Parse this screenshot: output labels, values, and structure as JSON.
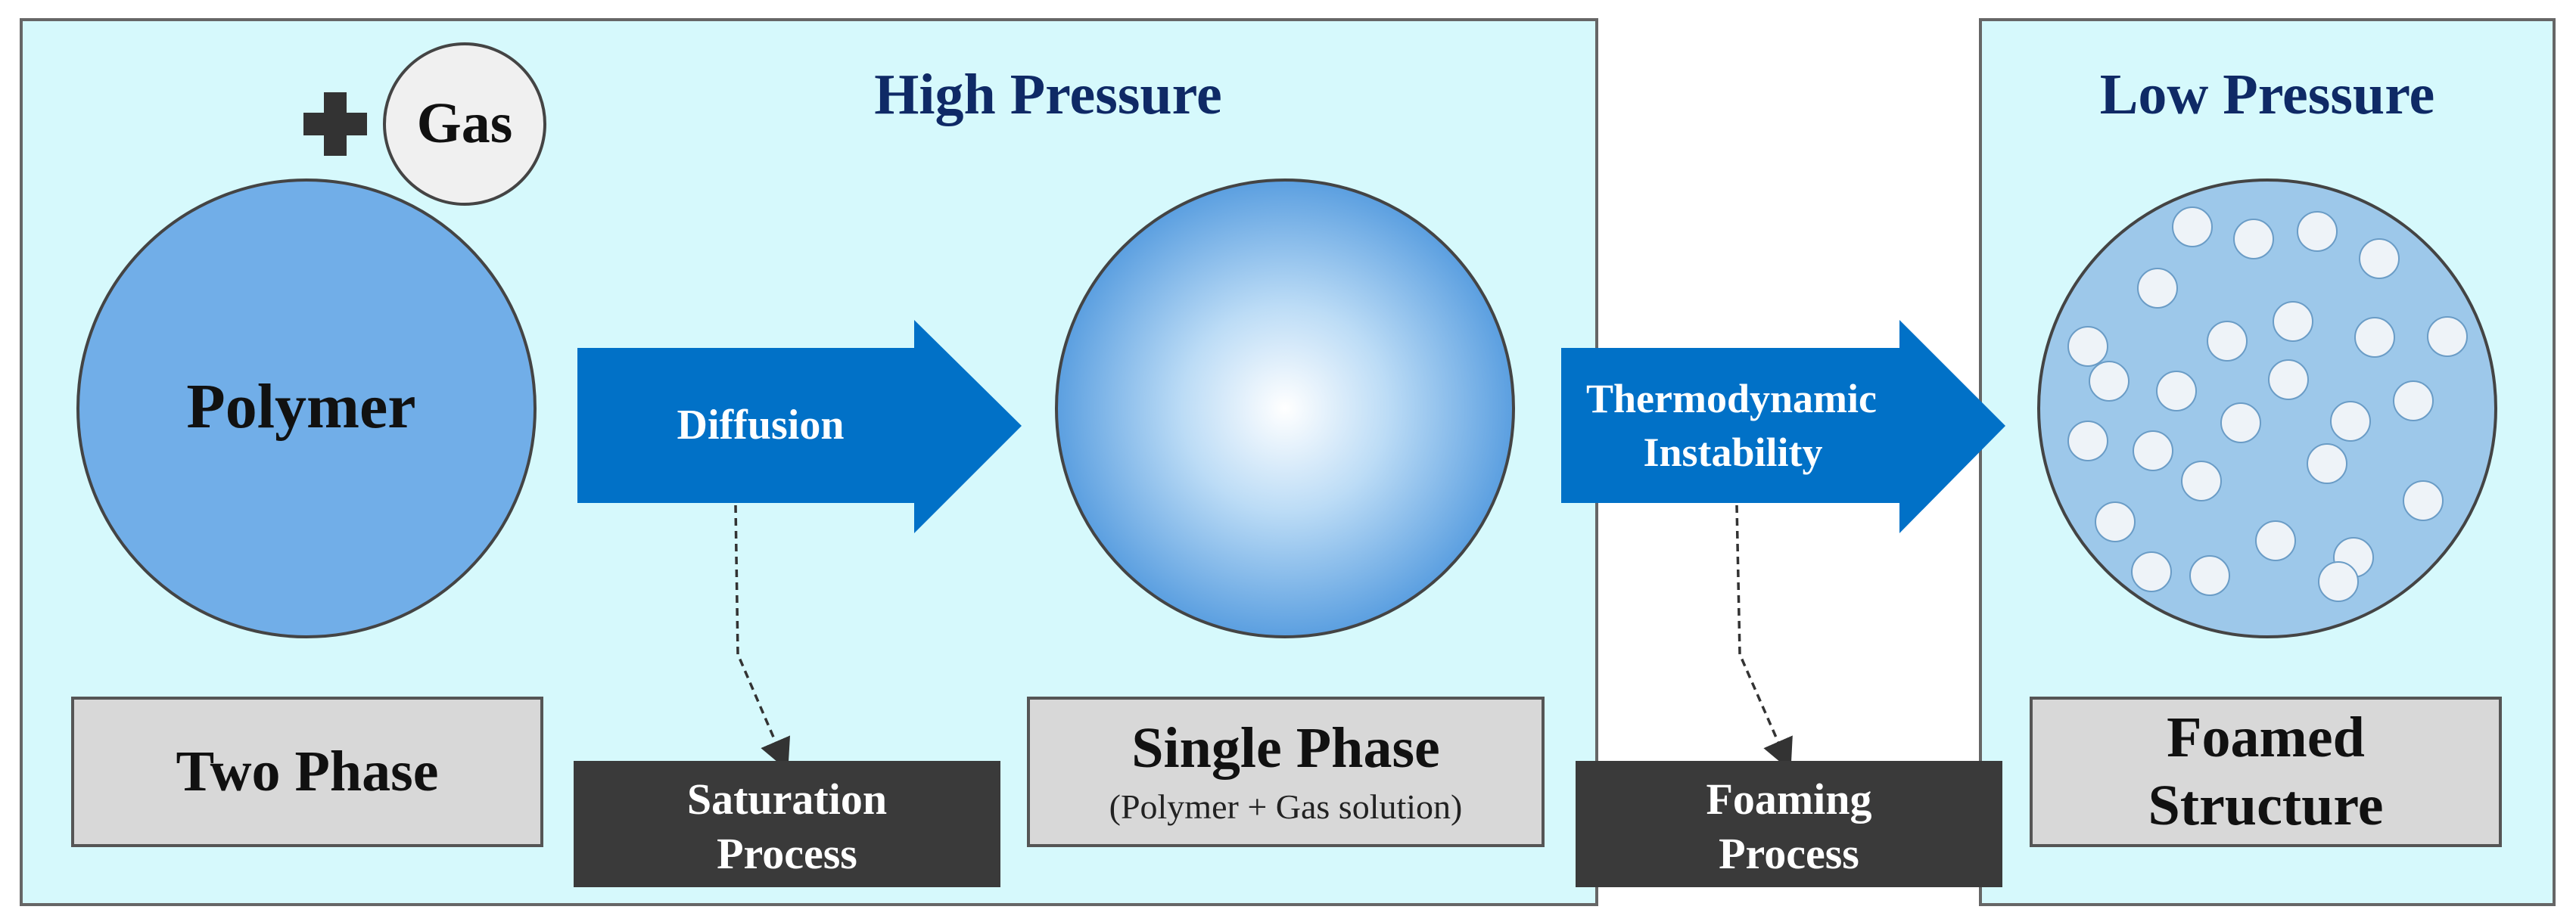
{
  "regions": {
    "high_pressure": {
      "title": "High Pressure"
    },
    "low_pressure": {
      "title": "Low Pressure"
    }
  },
  "steps": {
    "polymer": {
      "label": "Polymer"
    },
    "plus": {
      "symbol": "+"
    },
    "gas": {
      "label": "Gas"
    },
    "diffusion": {
      "label": "Diffusion"
    },
    "thermo": {
      "line1": "Thermodynamic",
      "line2": "Instability"
    }
  },
  "phase_boxes": {
    "two_phase": {
      "label": "Two Phase"
    },
    "single_phase": {
      "label": "Single Phase",
      "sublabel": "(Polymer + Gas solution)"
    },
    "foamed": {
      "line1": "Foamed",
      "line2": "Structure"
    }
  },
  "process_boxes": {
    "saturation": {
      "line1": "Saturation",
      "line2": "Process"
    },
    "foaming": {
      "line1": "Foaming",
      "line2": "Process"
    }
  },
  "colors": {
    "panel_fill": "#d6f9fc",
    "panel_stroke": "#666666",
    "arrow_fill": "#0171c7",
    "polymer_fill": "#71aee8",
    "foam_fill": "#9dc8ea",
    "bubble_fill": "#eef3f8",
    "title_color": "#0f2a66",
    "gray_box": "#d8d8d8",
    "dark_box": "#3a3a3a"
  }
}
